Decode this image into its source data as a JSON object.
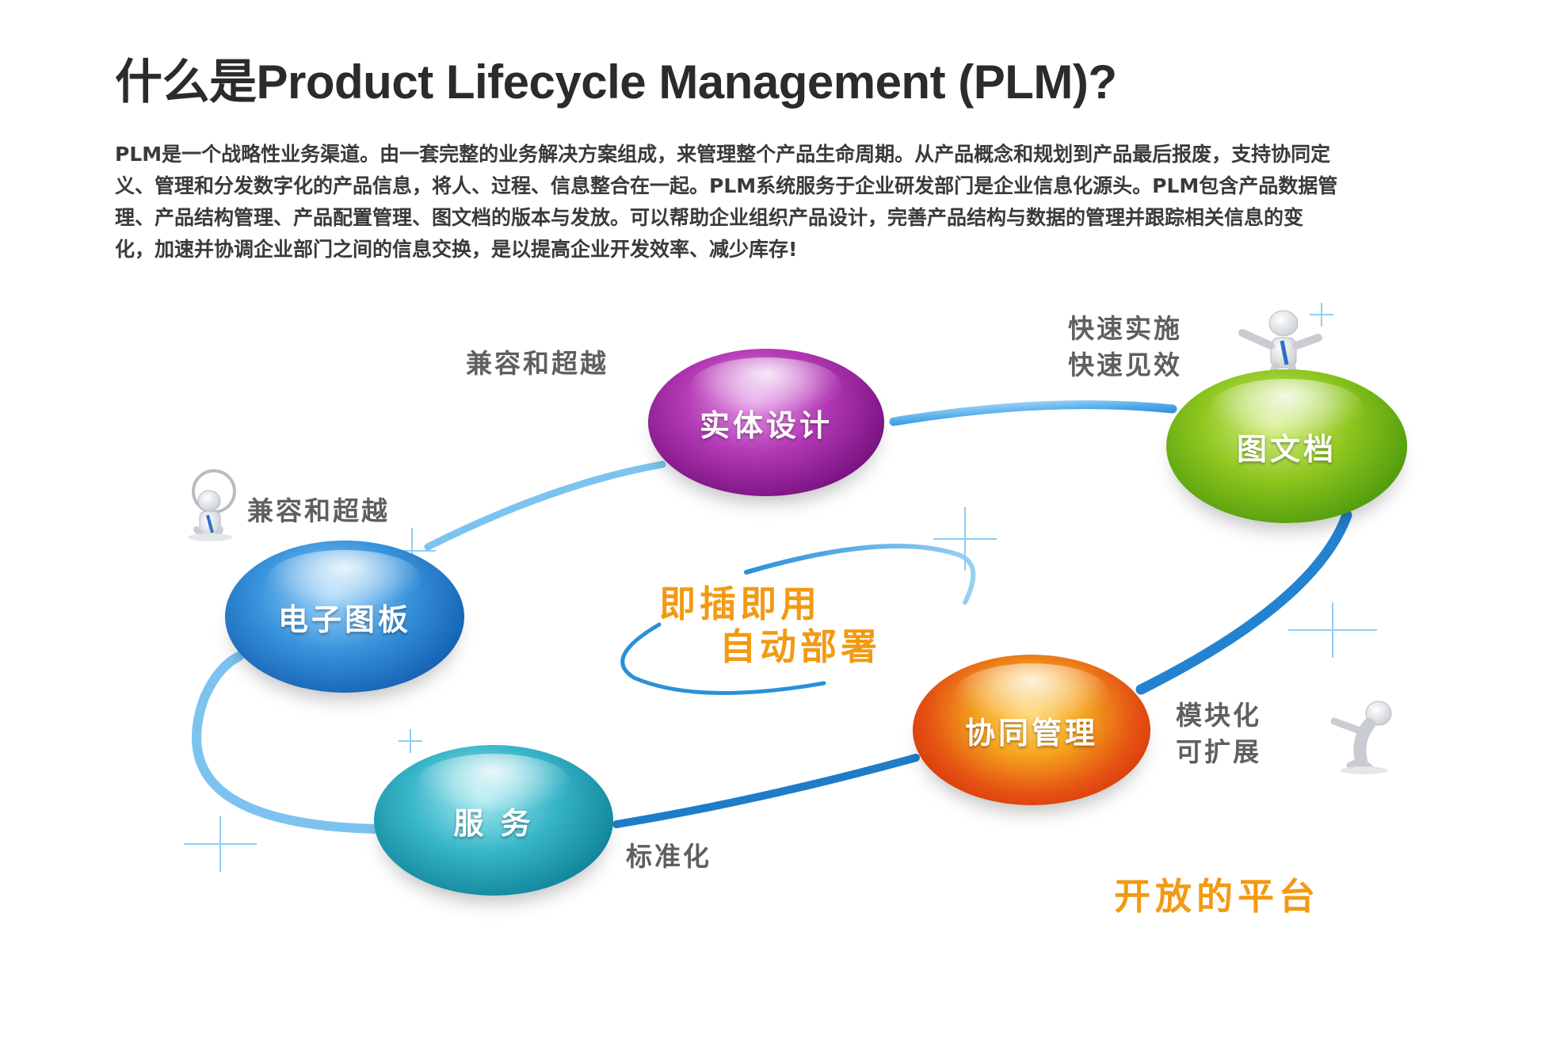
{
  "title": "什么是Product Lifecycle Management (PLM)?",
  "intro_lines": [
    "PLM是一个战略性业务渠道。由一套完整的业务解决方案组成，来管理整个产品生命周期。从产品概念和规划到产品最后报废，支持协同定",
    "义、管理和分发数字化的产品信息，将人、过程、信息整合在一起。PLM系统服务于企业研发部门是企业信息化源头。PLM包含产品数据管",
    "理、产品结构管理、产品配置管理、图文档的版本与发放。可以帮助企业组织产品设计，完善产品结构与数据的管理并跟踪相关信息的变",
    "化，加速并协调企业部门之间的信息交换，是以提高企业开发效率、减少库存!"
  ],
  "diagram": {
    "nodes": [
      {
        "label": "实体设计",
        "color": "#8a1b92"
      },
      {
        "label": "图文档",
        "color": "#5aa50f"
      },
      {
        "label": "电子图板",
        "color": "#1a6cc0"
      },
      {
        "label": "服 务",
        "color": "#1a8ea4"
      },
      {
        "label": "协同管理",
        "color": "#e04a12"
      }
    ],
    "notes": {
      "top_compat": "兼容和超越",
      "left_compat": "兼容和超越",
      "fast_line1": "快速实施",
      "fast_line2": "快速见效",
      "modular_line1": "模块化",
      "modular_line2": "可扩展",
      "standard": "标准化"
    },
    "center_line1": "即插即用",
    "center_line2": "自动部署",
    "platform": "开放的平台",
    "ring_color": "#4aa8e8",
    "accent_color": "#f29a12"
  }
}
